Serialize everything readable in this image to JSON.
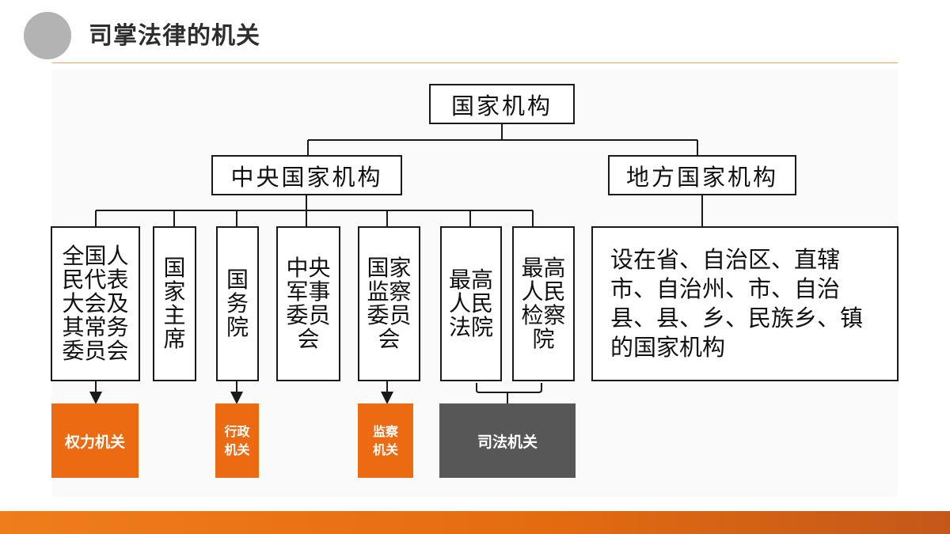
{
  "slide": {
    "title": "司掌法律的机关"
  },
  "diagram": {
    "root": "国家机构",
    "central": "中央国家机构",
    "local": "地方国家机构",
    "central_organs": [
      "全国人民代表大会及其常务委员会",
      "国家主席",
      "国务院",
      "中央军事委员会",
      "国家监察委员会",
      "最高人民法院",
      "最高人民检察院"
    ],
    "local_organs": "设在省、自治区、直辖市、自治州、市、自治县、县、乡、民族乡、镇的国家机构",
    "tags": {
      "power": "权力机关",
      "administrative": "行政机关",
      "supervisory": "监察机关",
      "judicial": "司法机关"
    }
  },
  "colors": {
    "accent_orange": "#ec6a12",
    "judicial_gray": "#575757",
    "title_circle": "#b3b3b3"
  }
}
